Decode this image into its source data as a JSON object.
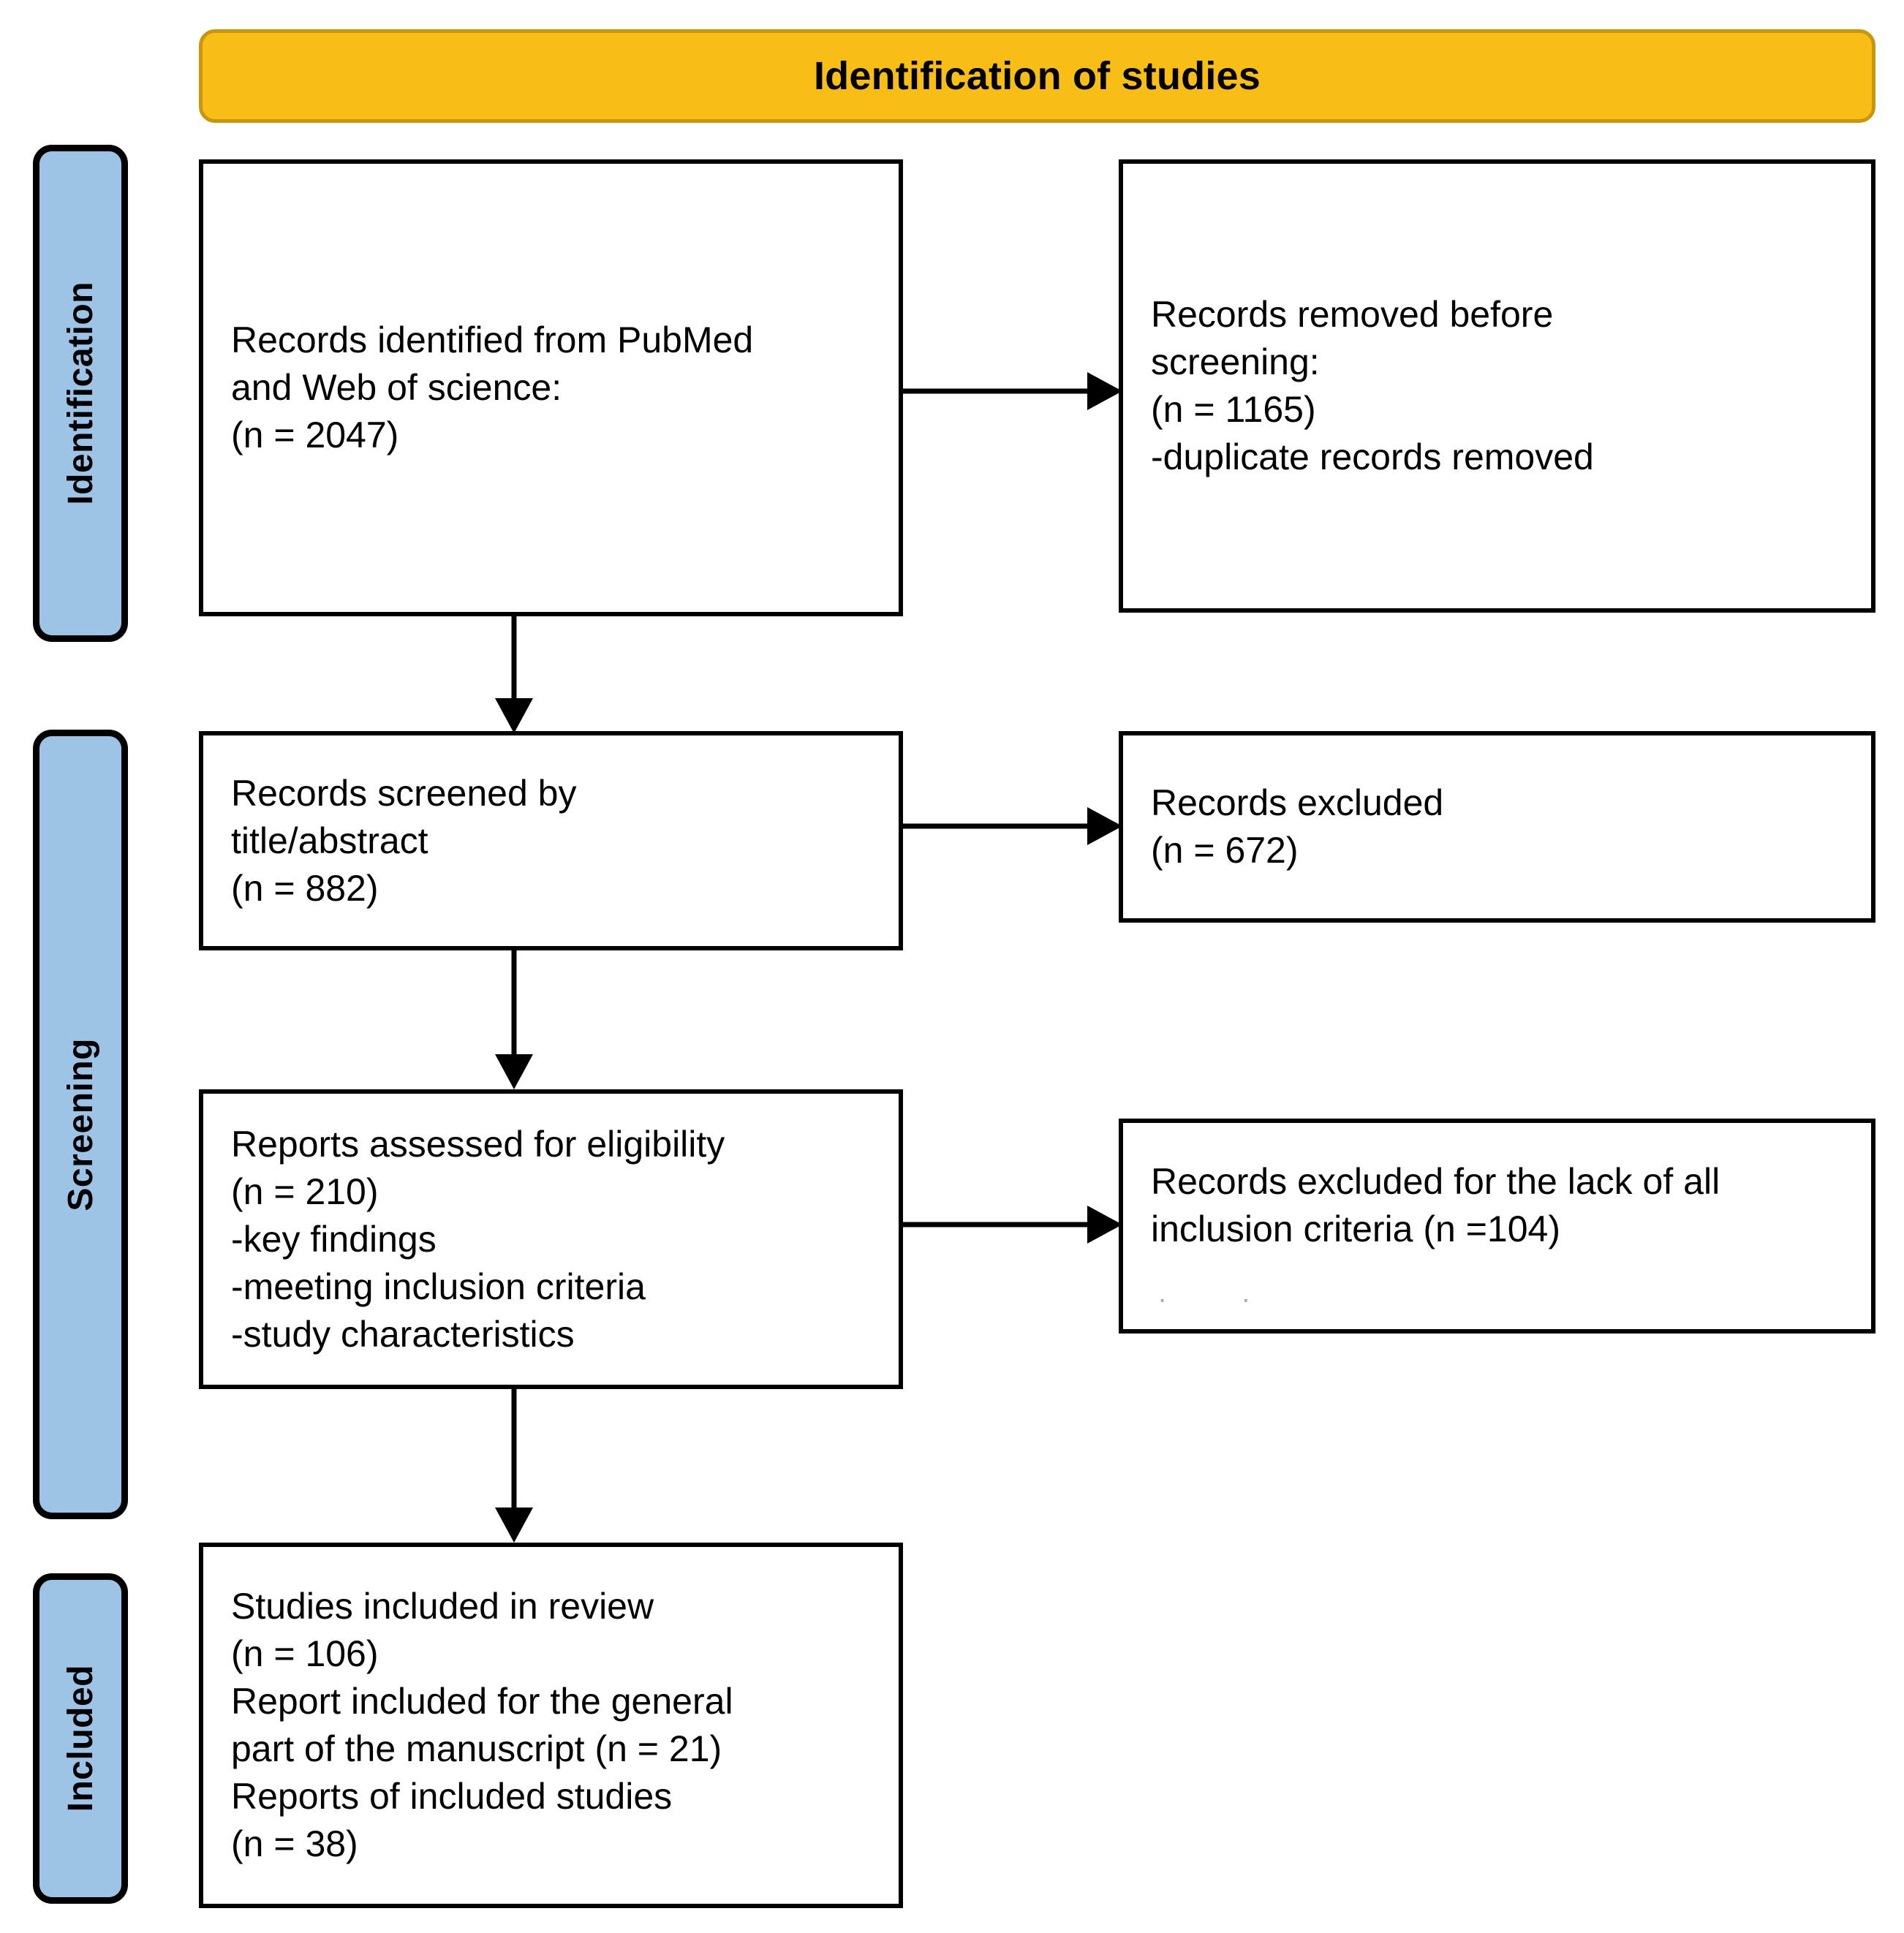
{
  "header": {
    "title": "Identification of studies",
    "background_color": "#F8BE15",
    "border_color": "#C8960C"
  },
  "stages": [
    {
      "id": "identification",
      "label": "Identification",
      "color": "#9DC3E6"
    },
    {
      "id": "screening",
      "label": "Screening",
      "color": "#9DC3E6"
    },
    {
      "id": "included",
      "label": "Included",
      "color": "#9DC3E6"
    }
  ],
  "boxes": {
    "records_identified": {
      "lines": [
        "Records identified from PubMed",
        "and Web of science:",
        "(n = 2047)"
      ]
    },
    "records_removed": {
      "lines": [
        "Records removed before",
        "screening:",
        "(n = 1165)",
        "-duplicate records removed"
      ]
    },
    "records_screened": {
      "lines": [
        "Records screened by",
        "title/abstract",
        "(n = 882)"
      ]
    },
    "records_excluded": {
      "lines": [
        "Records excluded",
        "(n = 672)"
      ]
    },
    "reports_assessed": {
      "lines": [
        "Reports assessed for eligibility",
        "(n = 210)",
        "-key findings",
        "-meeting inclusion criteria",
        "-study characteristics"
      ]
    },
    "records_excluded_criteria": {
      "lines": [
        "Records excluded for the lack of all",
        "inclusion criteria (n =104)"
      ],
      "ghost_marks": ". ."
    },
    "studies_included": {
      "lines": [
        "Studies included in review",
        "(n = 106)",
        "Report included for the general",
        "part of the manuscript (n = 21)",
        "Reports of included studies",
        "(n = 38)"
      ]
    }
  },
  "connectors": [
    {
      "id": "identified-to-removed",
      "direction": "right"
    },
    {
      "id": "identified-to-screened",
      "direction": "down"
    },
    {
      "id": "screened-to-excluded",
      "direction": "right"
    },
    {
      "id": "screened-to-assessed",
      "direction": "down"
    },
    {
      "id": "assessed-to-excluded-criteria",
      "direction": "right"
    },
    {
      "id": "assessed-to-included",
      "direction": "down"
    }
  ]
}
